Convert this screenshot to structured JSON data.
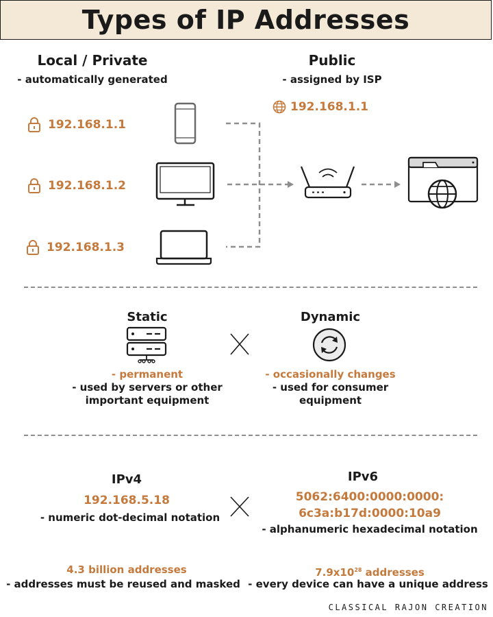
{
  "title": "Types of IP Addresses",
  "local": {
    "heading": "Local / Private",
    "subtitle": "- automatically generated",
    "addresses": [
      "192.168.1.1",
      "192.168.1.2",
      "192.168.1.3"
    ],
    "icons": [
      "lock-icon",
      "smartphone-icon",
      "monitor-icon",
      "laptop-icon"
    ]
  },
  "public": {
    "heading": "Public",
    "subtitle": "- assigned by ISP",
    "address": "192.168.1.1",
    "icons": [
      "globe-icon",
      "router-icon",
      "internet-browser-icon"
    ]
  },
  "static": {
    "heading": "Static",
    "highlight": "- permanent",
    "desc_line1": "- used by servers or other",
    "desc_line2": "important equipment",
    "icon": "server-icon"
  },
  "dynamic": {
    "heading": "Dynamic",
    "highlight": "- occasionally changes",
    "desc_line1": "- used for consumer",
    "desc_line2": "equipment",
    "icon": "refresh-icon"
  },
  "ipv4": {
    "heading": "IPv4",
    "example": "192.168.5.18",
    "notation": "- numeric dot-decimal notation",
    "count": "4.3 billion addresses",
    "note": "- addresses must be reused and masked"
  },
  "ipv6": {
    "heading": "IPv6",
    "example_line1": "5062:6400:0000:0000:",
    "example_line2": "6c3a:b17d:0000:10a9",
    "notation": "- alphanumeric hexadecimal notation",
    "count_base": "7.9x10",
    "count_exp": "28",
    "count_suffix": " addresses",
    "note": "- every device can have a unique address"
  },
  "credit": "CLASSICAL RAJON CREATION",
  "colors": {
    "accent": "#c47a3c",
    "title_bg": "#f3e9d6",
    "line": "#8e8e8e"
  }
}
